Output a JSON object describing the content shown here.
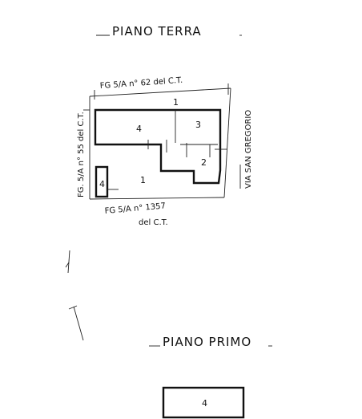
{
  "ground_floor": {
    "title": "PIANO TERRA",
    "label_top": "FG 5/A n° 62 del C.T.",
    "label_left": "FG. 5/A n° 55 del C.T.",
    "label_bottom_1": "FG 5/A n° 1357",
    "label_bottom_2": "del C.T.",
    "label_right": "VIA SAN GREGORIO",
    "units": [
      "1",
      "4",
      "3",
      "2",
      "1",
      "4"
    ]
  },
  "first_floor": {
    "title": "PIANO PRIMO",
    "units": [
      "4"
    ]
  }
}
